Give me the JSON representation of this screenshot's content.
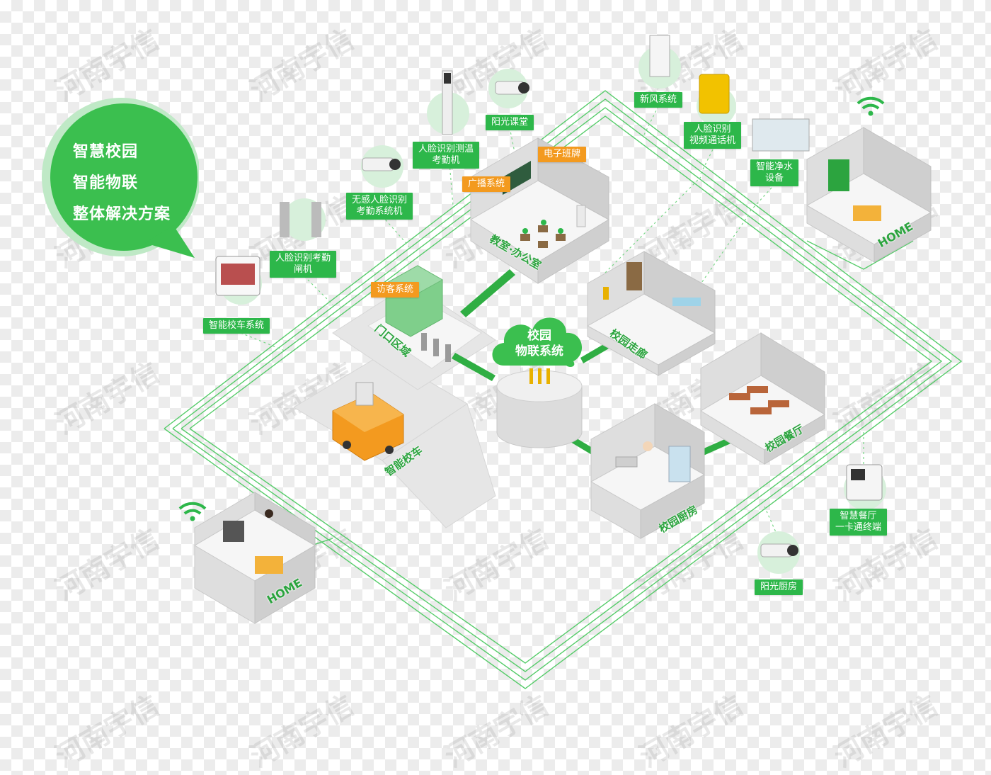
{
  "headline": {
    "line1": "智慧校园",
    "line2": "智能物联",
    "line3": "整体解决方案"
  },
  "hub": {
    "label": "校园\n物联系统"
  },
  "devices": {
    "face_temp": "人脸识别测温\n考勤机",
    "sunshine_class": "阳光课堂",
    "fresh_air": "新风系统",
    "face_video_phone": "人脸识别\n视频通话机",
    "water": "智能净水\n设备",
    "e_class_board": "电子班牌",
    "broadcast": "广播系统",
    "silent_face": "无感人脸识别\n考勤系统机",
    "gate": "人脸识别考勤\n闸机",
    "visitor": "访客系统",
    "school_bus": "智能校车系统",
    "canteen_terminal": "智慧餐厅\n一卡通终端",
    "sunshine_kitchen": "阳光厨房"
  },
  "areas": {
    "classroom": "教室·办公室",
    "gate_area": "门口区域",
    "corridor": "校园走廊",
    "bus": "智能校车",
    "canteen": "校园餐厅",
    "kitchen": "校园厨房",
    "home_top": "HOME",
    "home_bottom": "HOME"
  },
  "watermark": "河南宇信",
  "colors": {
    "green": "#2db74a",
    "orange": "#f39a1f",
    "line_green": "#56cc6a"
  }
}
